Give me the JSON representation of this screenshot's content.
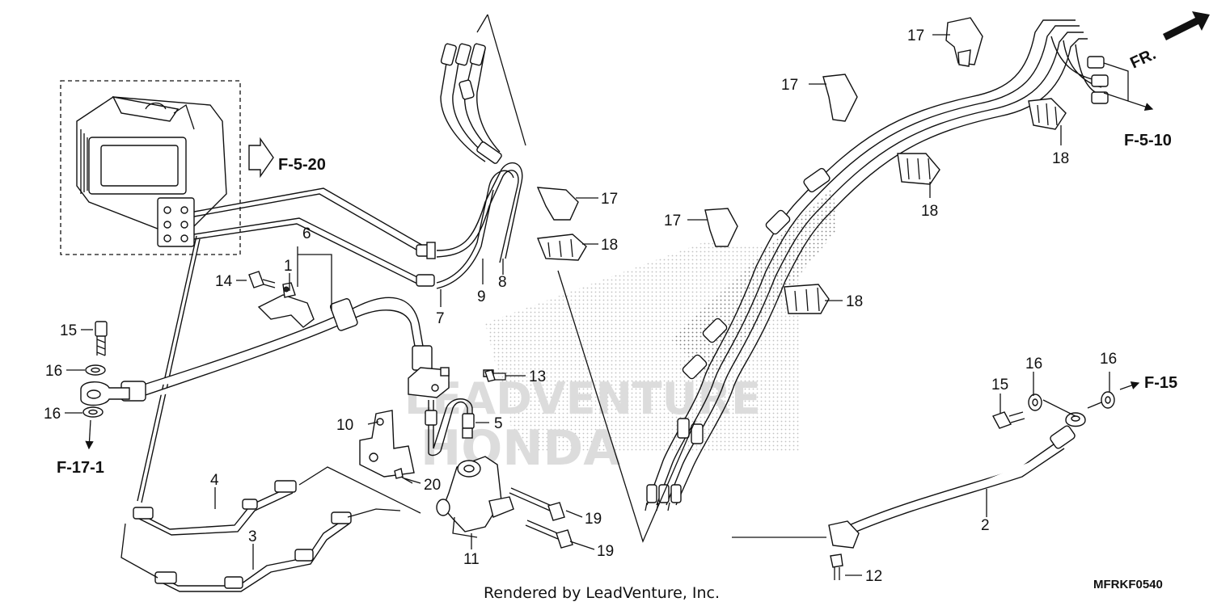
{
  "watermark": {
    "line1": "LEADVENTURE",
    "line2": "HONDA"
  },
  "references": {
    "abs_unit": "F-5-20",
    "front_caliper": "F-17-1",
    "rear_lines": "F-5-10",
    "rear_caliper": "F-15",
    "front_direction": "FR."
  },
  "callouts": {
    "c1": "1",
    "c2": "2",
    "c3": "3",
    "c4": "4",
    "c5": "5",
    "c6": "6",
    "c7": "7",
    "c8": "8",
    "c9": "9",
    "c10": "10",
    "c11": "11",
    "c12": "12",
    "c13": "13",
    "c14": "14",
    "c15a": "15",
    "c15b": "15",
    "c16a": "16",
    "c16b": "16",
    "c16c": "16",
    "c16d": "16",
    "c17a": "17",
    "c17b": "17",
    "c17c": "17",
    "c17d": "17",
    "c18a": "18",
    "c18b": "18",
    "c18c": "18",
    "c18d": "18",
    "c19a": "19",
    "c19b": "19",
    "c20": "20"
  },
  "footer": {
    "credit": "Rendered by LeadVenture, Inc.",
    "diagram_code": "MFRKF0540"
  }
}
